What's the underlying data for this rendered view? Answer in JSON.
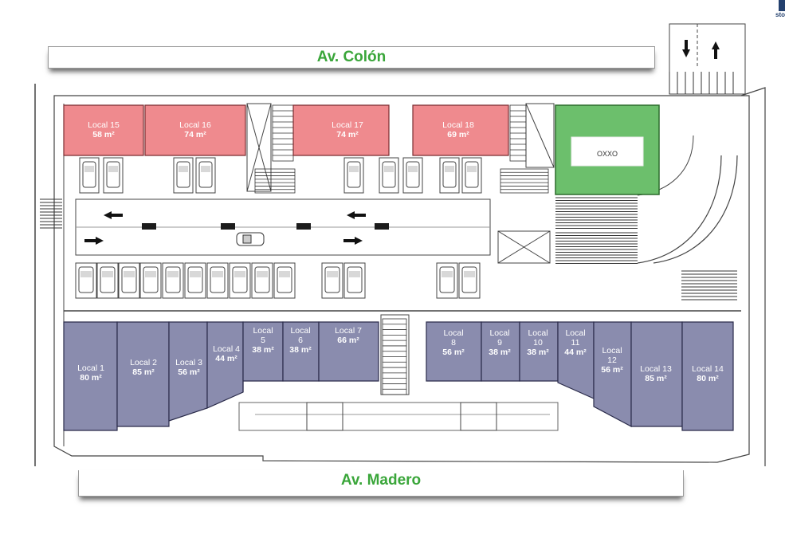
{
  "streets": {
    "top": "Av. Colón",
    "bottom": "Av. Madero"
  },
  "corner": {
    "letters": "sto"
  },
  "anchor": {
    "name": "OXXO",
    "color": "#6cbf6c"
  },
  "colors": {
    "top_shop": "#ef8a8e",
    "bottom_shop": "#8a8cae",
    "street_text": "#3aa63a"
  },
  "top_shops": [
    {
      "name": "Local 15",
      "area": "58 m²"
    },
    {
      "name": "Local 16",
      "area": "74 m²"
    },
    {
      "name": "Local 17",
      "area": "74 m²"
    },
    {
      "name": "Local 18",
      "area": "69 m²"
    }
  ],
  "bottom_shops": [
    {
      "name": "Local 1",
      "area": "80 m²"
    },
    {
      "name": "Local 2",
      "area": "85 m²"
    },
    {
      "name": "Local 3",
      "area": "56 m²"
    },
    {
      "name": "Local 4",
      "area": "44 m²"
    },
    {
      "name": "Local 5",
      "area": "38 m²"
    },
    {
      "name": "Local 6",
      "area": "38 m²"
    },
    {
      "name": "Local 7",
      "area": "66 m²"
    },
    {
      "name": "Local 8",
      "area": "56 m²"
    },
    {
      "name": "Local 9",
      "area": "38 m²"
    },
    {
      "name": "Local 10",
      "area": "38 m²"
    },
    {
      "name": "Local 11",
      "area": "44 m²"
    },
    {
      "name": "Local 12",
      "area": "56 m²"
    },
    {
      "name": "Local 13",
      "area": "85 m²"
    },
    {
      "name": "Local 14",
      "area": "80 m²"
    }
  ]
}
